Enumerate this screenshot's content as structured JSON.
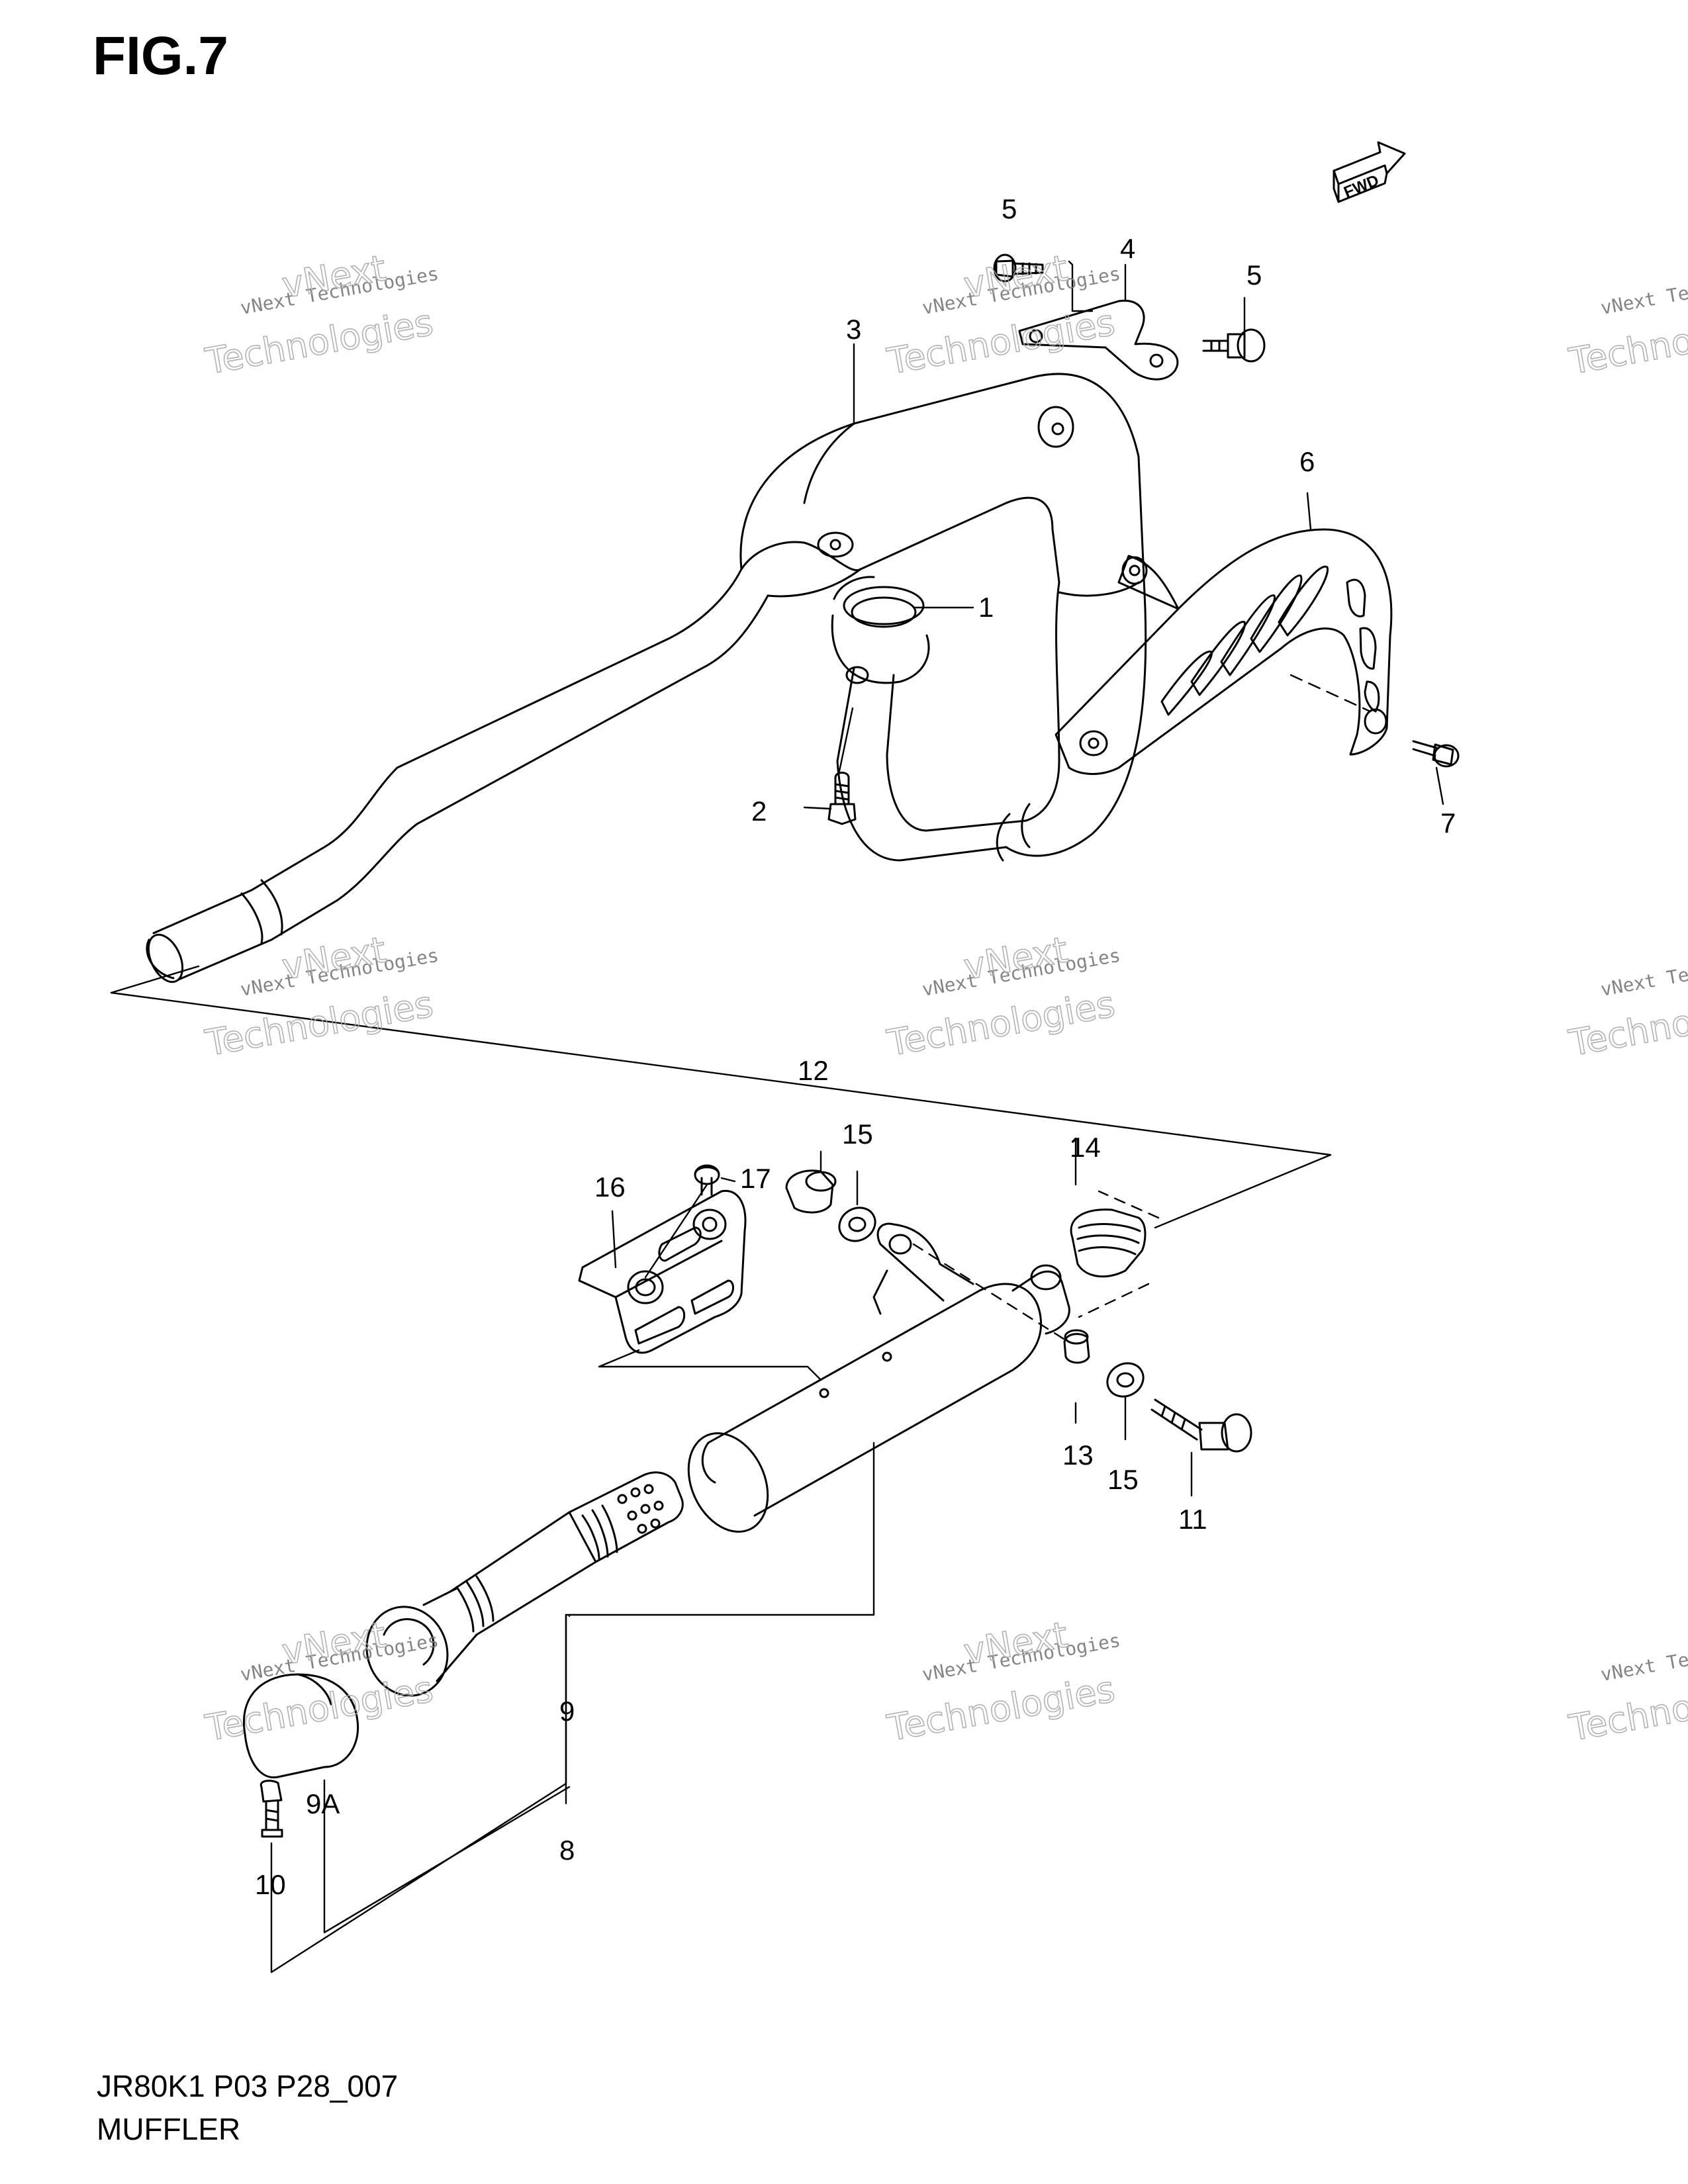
{
  "figure": {
    "title": "FIG.7",
    "model_code": "JR80K1 P03 P28_007",
    "section_name": "MUFFLER"
  },
  "direction_indicator": {
    "label": "FWD"
  },
  "watermark": {
    "small_text": "vNext Technologies",
    "large_line1": "vNext",
    "large_line2": "Technologies"
  },
  "callouts": [
    "1",
    "2",
    "3",
    "4",
    "5",
    "5",
    "6",
    "7",
    "8",
    "9",
    "9A",
    "10",
    "11",
    "12",
    "13",
    "14",
    "15",
    "15",
    "16",
    "17"
  ],
  "colors": {
    "line": "#000000",
    "background": "#ffffff",
    "watermark": "#999999"
  }
}
